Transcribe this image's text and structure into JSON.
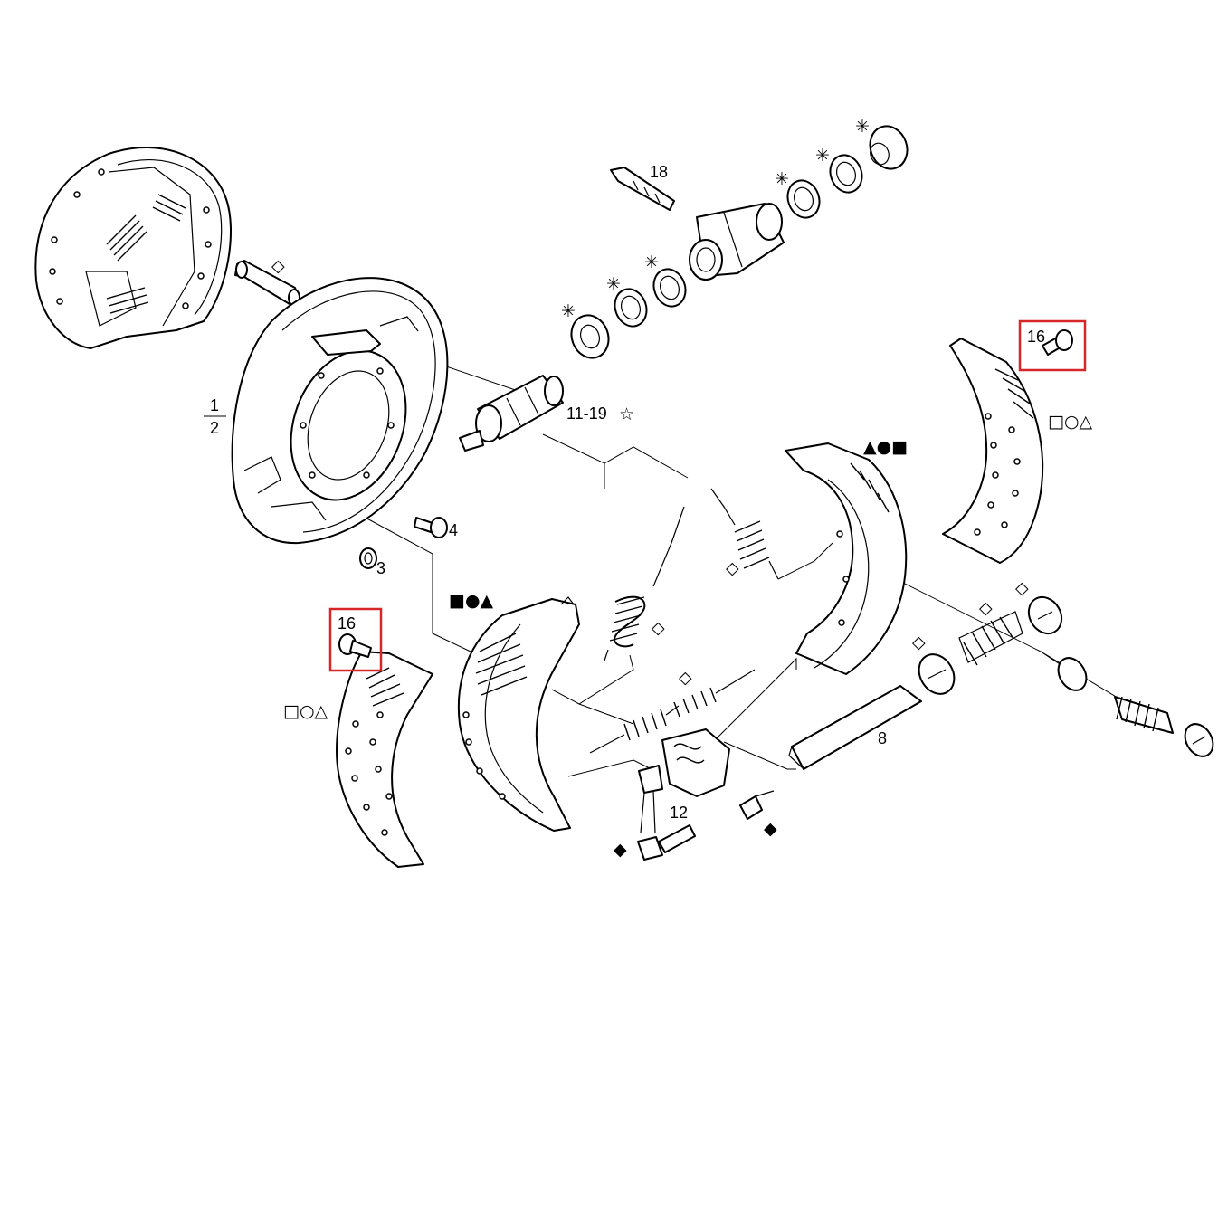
{
  "labels": {
    "part_1": "1",
    "part_2": "2",
    "part_3": "3",
    "part_4": "4",
    "part_8": "8",
    "part_11_19": "11-19",
    "part_12": "12",
    "part_16_top": "16",
    "part_16_bottom": "16",
    "part_18": "18"
  },
  "symbols": {
    "star_outline": "☆",
    "asterisk": "✳",
    "diamond_outline": "◇",
    "diamond_solid": "◆",
    "group_solid": "▲●■",
    "group_solid_alt": "■●▲",
    "group_outline": "□○△"
  },
  "colors": {
    "highlight": "#d62728",
    "line": "#000000",
    "background": "#ffffff"
  }
}
